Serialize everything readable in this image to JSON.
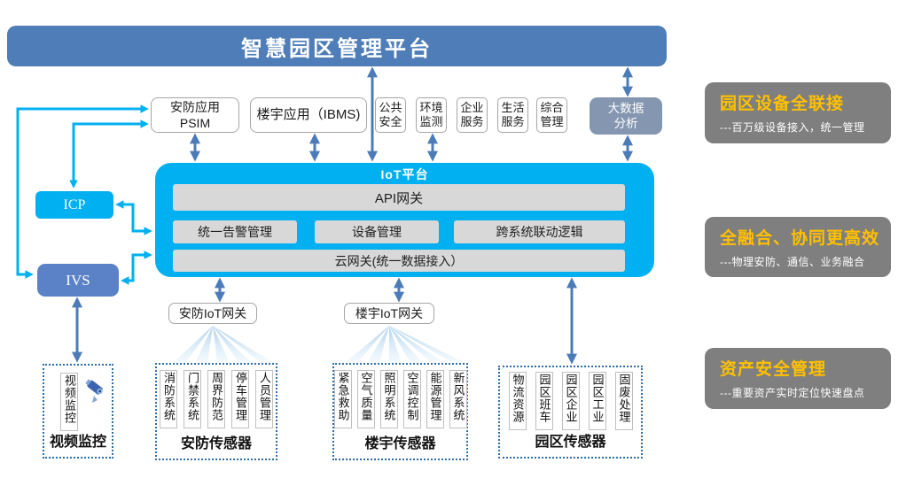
{
  "banner": {
    "title": "智慧园区管理平台"
  },
  "apps": {
    "psim": {
      "line1": "安防应用",
      "line2": "PSIM"
    },
    "ibms": "楼宇应用（IBMS)",
    "small": [
      {
        "l1": "公共",
        "l2": "安全"
      },
      {
        "l1": "环境",
        "l2": "监测"
      },
      {
        "l1": "企业",
        "l2": "服务"
      },
      {
        "l1": "生活",
        "l2": "服务"
      },
      {
        "l1": "综合",
        "l2": "管理"
      }
    ],
    "bigdata": {
      "l1": "大数据",
      "l2": "分析"
    }
  },
  "left": {
    "icp": "ICP",
    "ivs": "IVS"
  },
  "iot": {
    "title": "IoT平台",
    "api": "API网关",
    "modules": [
      "统一告警管理",
      "设备管理",
      "跨系统联动逻辑"
    ],
    "cloud": "云网关(统一数据接入）"
  },
  "gateways": {
    "security": "安防IoT网关",
    "building": "楼宇IoT网关"
  },
  "sensors": {
    "video": {
      "column": "视频监控",
      "label": "视频监控"
    },
    "security": {
      "columns": [
        "消防系统",
        "门禁系统",
        "周界防范",
        "停车管理",
        "人员管理"
      ],
      "label": "安防传感器"
    },
    "building": {
      "columns": [
        "紧急救助",
        "空气质量",
        "照明系统",
        "空调控制",
        "能源管理",
        "新风系统"
      ],
      "label": "楼宇传感器"
    },
    "park": {
      "columns": [
        "物流资源",
        "园区班车",
        "园区企业",
        "园区工业",
        "固废处理"
      ],
      "label": "园区传感器"
    }
  },
  "benefits": [
    {
      "title": "园区设备全联接",
      "desc": "---百万级设备接入，统一管理"
    },
    {
      "title": "全融合、协同更高效",
      "desc": "---物理安防、通信、业务融合"
    },
    {
      "title": "资产安全管理",
      "desc": "---重要资产实时定位快速盘点"
    }
  ],
  "colors": {
    "banner_blue": "#4e7db8",
    "iot_cyan": "#00b0f0",
    "icp_cyan": "#00b0f0",
    "ivs_blue": "#5b82c6",
    "bigdata_grayblue": "#8496b0",
    "module_gray": "#d8d8d8",
    "panel_gray": "#7f7f7f",
    "panel_title_orange": "#ffc000",
    "arrow_steel_blue": "#4c7cb8",
    "connector_cyan": "#00b0f0",
    "dashed_border_blue": "#2e6da4"
  }
}
